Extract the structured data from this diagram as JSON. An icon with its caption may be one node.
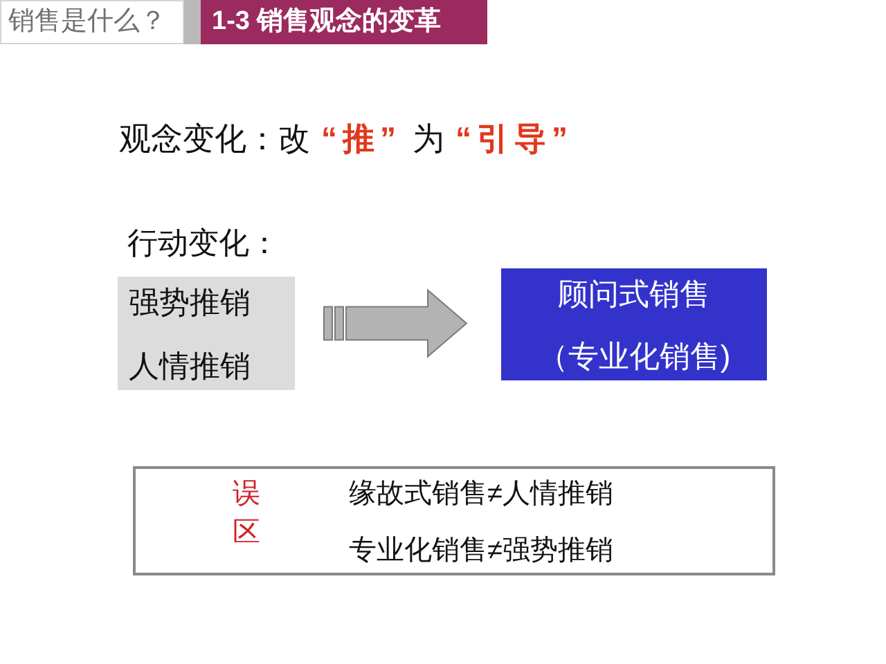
{
  "diagram": {
    "title": "1-3 销售观念的变革",
    "nodes": [
      {
        "text": [
          "强势推销",
          "人情推销"
        ]
      },
      {
        "text": [
          "顾问式销售",
          "（专业化销售)"
        ]
      },
      {
        "text": [
          "误区",
          "缘故式销售≠人情推销",
          "专业化销售≠强势推销"
        ]
      }
    ],
    "edges": [
      {
        "from": 0,
        "to": 1,
        "arrow": "to",
        "style": "thick"
      }
    ],
    "labels": [
      "销售是什么？",
      "观念变化：改**“推”**为**“引导”**",
      "行动变化："
    ]
  }
}
